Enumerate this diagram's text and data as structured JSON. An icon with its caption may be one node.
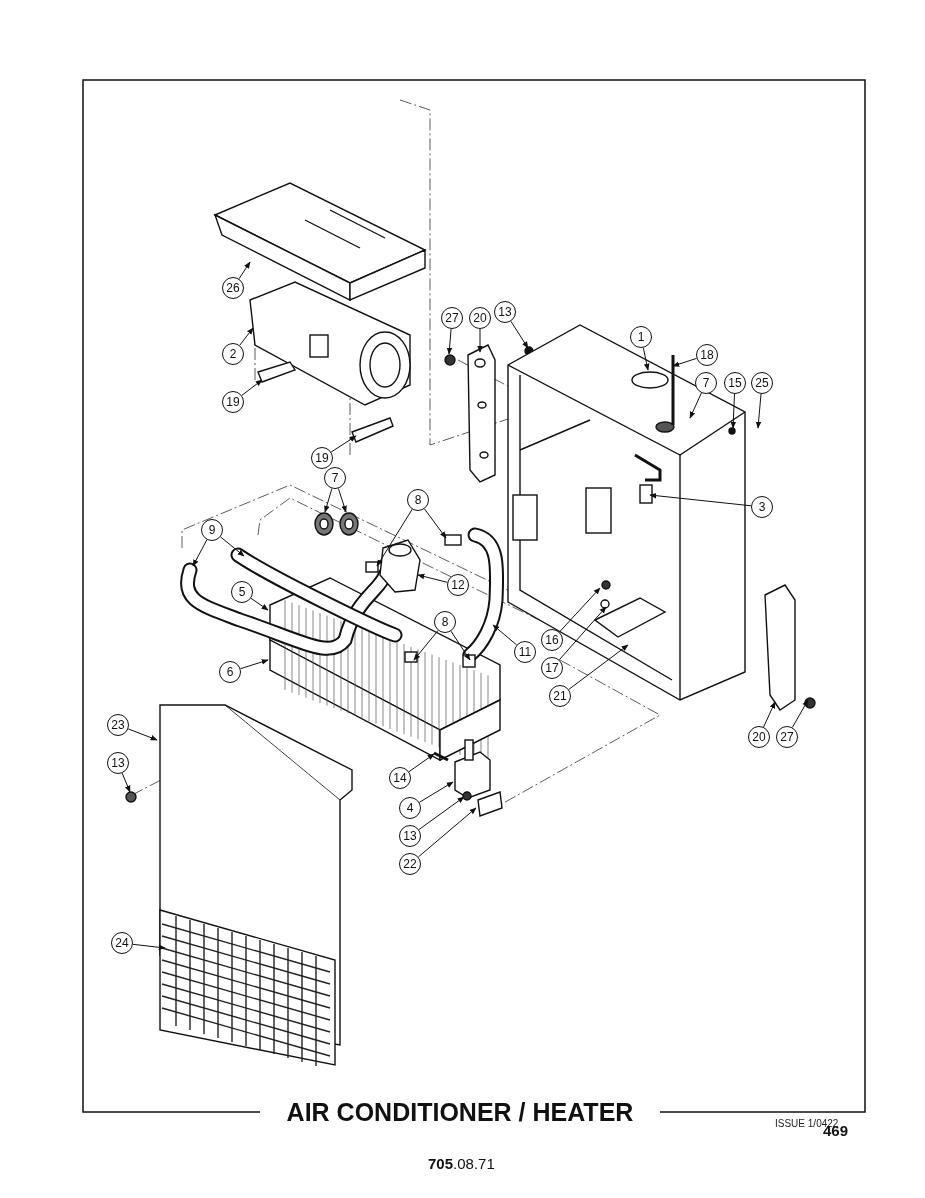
{
  "diagram": {
    "title": "AIR CONDITIONER / HEATER",
    "nodes": [
      {
        "text": [
          "26"
        ]
      },
      {
        "text": [
          "2"
        ]
      },
      {
        "text": [
          "19"
        ]
      },
      {
        "text": [
          "19"
        ]
      },
      {
        "text": [
          "27"
        ]
      },
      {
        "text": [
          "20"
        ]
      },
      {
        "text": [
          "13"
        ]
      },
      {
        "text": [
          "1"
        ]
      },
      {
        "text": [
          "18"
        ]
      },
      {
        "text": [
          "7"
        ]
      },
      {
        "text": [
          "15"
        ]
      },
      {
        "text": [
          "25"
        ]
      },
      {
        "text": [
          "7"
        ]
      },
      {
        "text": [
          "8"
        ]
      },
      {
        "text": [
          "9"
        ]
      },
      {
        "text": [
          "5"
        ]
      },
      {
        "text": [
          "6"
        ]
      },
      {
        "text": [
          "12"
        ]
      },
      {
        "text": [
          "8"
        ]
      },
      {
        "text": [
          "11"
        ]
      },
      {
        "text": [
          "16"
        ]
      },
      {
        "text": [
          "17"
        ]
      },
      {
        "text": [
          "21"
        ]
      },
      {
        "text": [
          "3"
        ]
      },
      {
        "text": [
          "23"
        ]
      },
      {
        "text": [
          "13"
        ]
      },
      {
        "text": [
          "14"
        ]
      },
      {
        "text": [
          "4"
        ]
      },
      {
        "text": [
          "13"
        ]
      },
      {
        "text": [
          "22"
        ]
      },
      {
        "text": [
          "20"
        ]
      },
      {
        "text": [
          "27"
        ]
      },
      {
        "text": [
          "24"
        ]
      }
    ],
    "edges": [
      {
        "from": 0,
        "to": null,
        "arrow": "to"
      },
      {
        "from": 1,
        "to": null,
        "arrow": "to"
      },
      {
        "from": 2,
        "to": null,
        "arrow": "to"
      },
      {
        "from": 3,
        "to": null,
        "arrow": "to"
      },
      {
        "from": 4,
        "to": null,
        "arrow": "to"
      },
      {
        "from": 5,
        "to": null,
        "arrow": "to"
      },
      {
        "from": 6,
        "to": null,
        "arrow": "to"
      },
      {
        "from": 7,
        "to": null,
        "arrow": "to"
      },
      {
        "from": 8,
        "to": null,
        "arrow": "to"
      },
      {
        "from": 9,
        "to": null,
        "arrow": "to"
      },
      {
        "from": 10,
        "to": null,
        "arrow": "to"
      },
      {
        "from": 11,
        "to": null,
        "arrow": "to"
      },
      {
        "from": 12,
        "to": null,
        "arrow": "to"
      },
      {
        "from": 12,
        "to": null,
        "arrow": "to"
      },
      {
        "from": 13,
        "to": null,
        "arrow": "to"
      },
      {
        "from": 13,
        "to": null,
        "arrow": "to"
      },
      {
        "from": 14,
        "to": null,
        "arrow": "to"
      },
      {
        "from": 14,
        "to": null,
        "arrow": "to"
      },
      {
        "from": 15,
        "to": null,
        "arrow": "to"
      },
      {
        "from": 16,
        "to": null,
        "arrow": "to"
      },
      {
        "from": 17,
        "to": null,
        "arrow": "to"
      },
      {
        "from": 18,
        "to": null,
        "arrow": "to"
      },
      {
        "from": 18,
        "to": null,
        "arrow": "to"
      },
      {
        "from": 19,
        "to": null,
        "arrow": "to"
      },
      {
        "from": 20,
        "to": null,
        "arrow": "to"
      },
      {
        "from": 21,
        "to": null,
        "arrow": "to"
      },
      {
        "from": 22,
        "to": null,
        "arrow": "to"
      },
      {
        "from": 23,
        "to": null,
        "arrow": "to"
      },
      {
        "from": 24,
        "to": null,
        "arrow": "to"
      },
      {
        "from": 25,
        "to": null,
        "arrow": "to"
      },
      {
        "from": 26,
        "to": null,
        "arrow": "to"
      },
      {
        "from": 27,
        "to": null,
        "arrow": "to"
      },
      {
        "from": 28,
        "to": null,
        "arrow": "to"
      },
      {
        "from": 29,
        "to": null,
        "arrow": "to"
      },
      {
        "from": 30,
        "to": null,
        "arrow": "to"
      },
      {
        "from": 31,
        "to": null,
        "arrow": "to"
      },
      {
        "from": 32,
        "to": null,
        "arrow": "to"
      }
    ],
    "labels": [
      "ISSUE 1/0422",
      "469",
      "**705**.08.71"
    ]
  }
}
